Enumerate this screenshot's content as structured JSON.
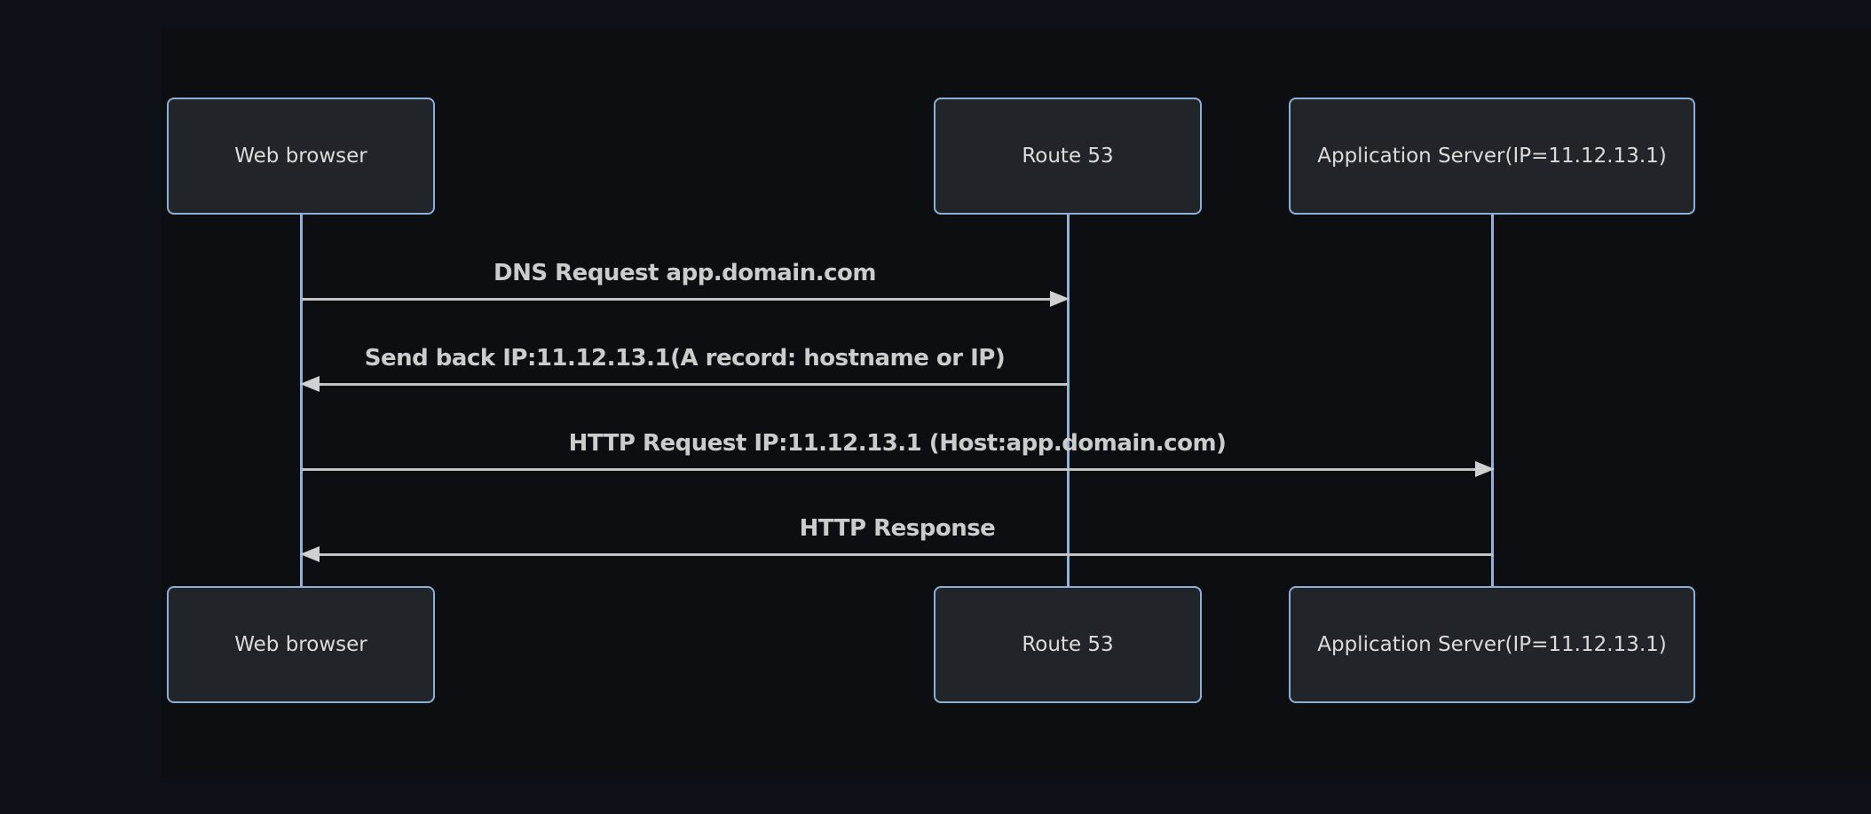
{
  "diagram": {
    "type": "sequence",
    "actors": [
      {
        "id": "web-browser",
        "label": "Web browser"
      },
      {
        "id": "route-53",
        "label": "Route 53"
      },
      {
        "id": "app-server",
        "label": "Application Server(IP=11.12.13.1)"
      }
    ],
    "messages": [
      {
        "from": "Web browser",
        "to": "Route 53",
        "direction": "right",
        "label": "DNS Request app.domain.com"
      },
      {
        "from": "Route 53",
        "to": "Web browser",
        "direction": "left",
        "label": "Send back IP:11.12.13.1(A record: hostname or IP)"
      },
      {
        "from": "Web browser",
        "to": "Application Server(IP=11.12.13.1)",
        "direction": "right",
        "label": "HTTP Request IP:11.12.13.1 (Host:app.domain.com)"
      },
      {
        "from": "Application Server(IP=11.12.13.1)",
        "to": "Web browser",
        "direction": "left",
        "label": "HTTP Response"
      }
    ],
    "colors": {
      "background": "#0d1117",
      "actor_fill": "#212529",
      "actor_border": "#8ab0d8",
      "actor_text": "#dcdcdc",
      "lifeline": "#8fb3da",
      "signal_line": "#c2c2c2",
      "message_text": "#cccccc"
    }
  }
}
